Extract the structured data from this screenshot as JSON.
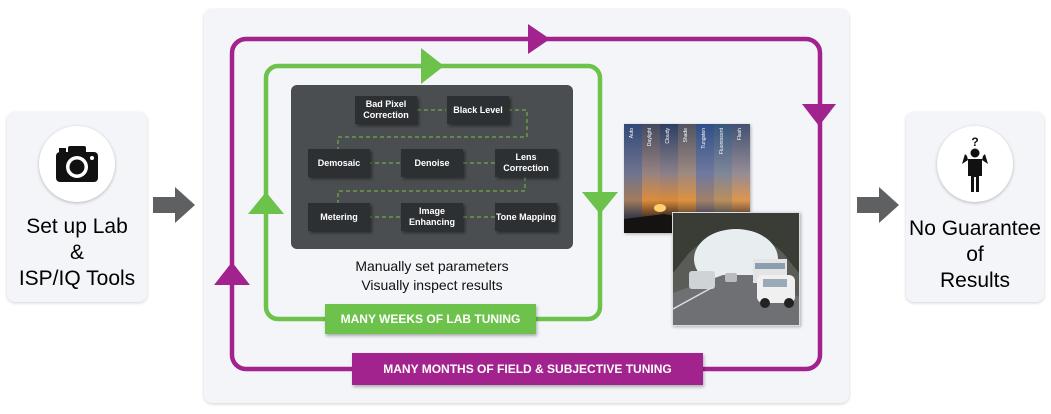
{
  "left_card": {
    "icon": "camera-icon",
    "lines": [
      "Set up Lab",
      "&",
      "ISP/IQ Tools"
    ]
  },
  "right_card": {
    "icon": "person-question-icon",
    "lines": [
      "No Guarantee",
      "of",
      "Results"
    ]
  },
  "pipeline": {
    "stages": [
      "Bad Pixel Correction",
      "Black Level",
      "Demosaic",
      "Denoise",
      "Lens Correction",
      "Metering",
      "Image Enhancing",
      "Tone Mapping"
    ]
  },
  "captions": [
    "Manually set parameters",
    "Visually inspect results"
  ],
  "white_balance_labels": [
    "Auto",
    "Daylight",
    "Cloudy",
    "Shade",
    "Tungsten",
    "Fluorescent",
    "Flash"
  ],
  "banners": {
    "lab": "MANY WEEKS OF LAB TUNING",
    "field": "MANY MONTHS OF FIELD & SUBJECTIVE TUNING"
  },
  "colors": {
    "lab_loop": "#6cc24a",
    "field_loop": "#a3238e",
    "flow_arrow": "#5f6062",
    "panel": "#4b4e51",
    "stage_box": "#2d3033",
    "connector": "#7bc043"
  }
}
